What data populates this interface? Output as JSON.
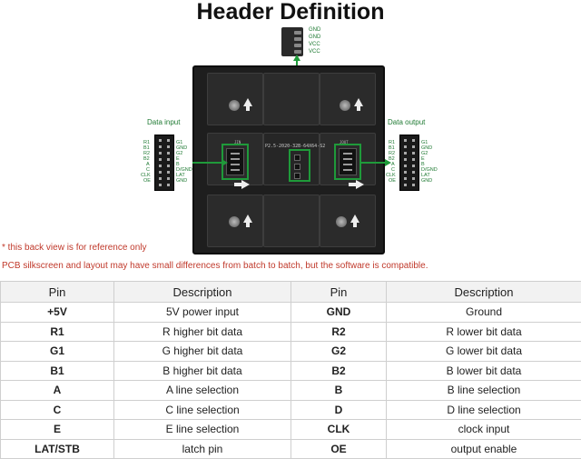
{
  "title": "Header Definition",
  "power_header": {
    "pins": [
      "GND",
      "GND",
      "VCC",
      "VCC"
    ]
  },
  "pcb_label": "P2.5-2020-32B-64X64-S2",
  "pcb_in_label": "JIN",
  "pcb_out_label": "JOUT",
  "data_input": {
    "title": "Data input",
    "left_pins": [
      "R1",
      "B1",
      "R2",
      "B2",
      "A",
      "C",
      "CLK",
      "OE"
    ],
    "right_pins": [
      "G1",
      "GND",
      "G2",
      "E",
      "B",
      "D/GND",
      "LAT",
      "GND"
    ]
  },
  "data_output": {
    "title": "Data output",
    "left_pins": [
      "R1",
      "B1",
      "R2",
      "B2",
      "A",
      "C",
      "CLK",
      "OE"
    ],
    "right_pins": [
      "G1",
      "GND",
      "G2",
      "E",
      "B",
      "D/GND",
      "LAT",
      "GND"
    ]
  },
  "notes": {
    "line1": "* this back view is for reference only",
    "line2": "PCB silkscreen and layout may have small differences from batch to batch, but the software is compatible."
  },
  "colors": {
    "accent_green": "#1f9a3a",
    "note_red": "#c0392b"
  },
  "table": {
    "headers": [
      "Pin",
      "Description",
      "Pin",
      "Description"
    ],
    "rows": [
      [
        "+5V",
        "5V power input",
        "GND",
        "Ground"
      ],
      [
        "R1",
        "R higher bit data",
        "R2",
        "R lower bit data"
      ],
      [
        "G1",
        "G higher bit data",
        "G2",
        "G lower bit data"
      ],
      [
        "B1",
        "B higher bit data",
        "B2",
        "B lower bit data"
      ],
      [
        "A",
        "A line selection",
        "B",
        "B line selection"
      ],
      [
        "C",
        "C line selection",
        "D",
        "D line selection"
      ],
      [
        "E",
        "E line selection",
        "CLK",
        "clock input"
      ],
      [
        "LAT/STB",
        "latch pin",
        "OE",
        "output enable"
      ]
    ]
  }
}
